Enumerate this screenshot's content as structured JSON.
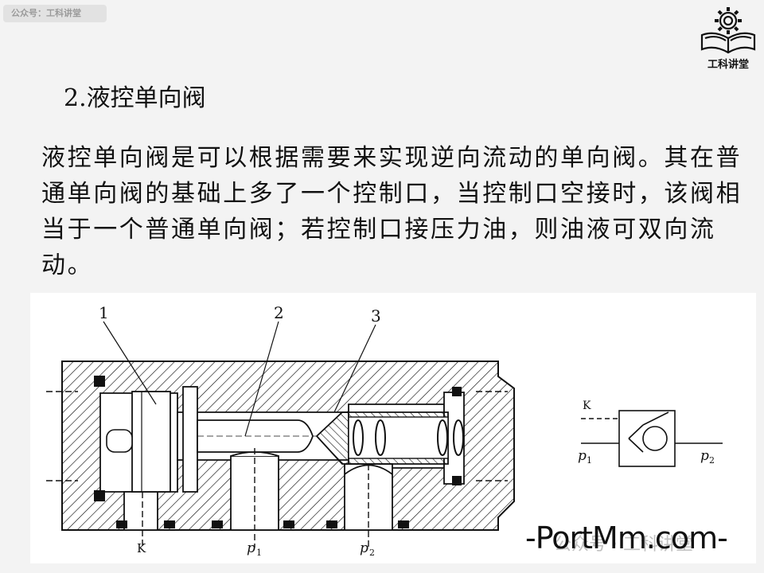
{
  "watermark_tag": "公众号：工科讲堂",
  "logo": {
    "icon": "gear-book-icon",
    "text": "工科讲堂"
  },
  "heading": "2.液控单向阀",
  "paragraph": "液控单向阀是可以根据需要来实现逆向流动的单向阀。其在普通单向阀的基础上多了一个控制口，当控制口空接时，该阀相当于一个普通单向阀；若控制口接压力油，则油液可双向流动。",
  "figure": {
    "callouts": [
      "1",
      "2",
      "3"
    ],
    "port_k": "K",
    "port_p1": "p",
    "port_p1_sub": "1",
    "port_p2": "p",
    "port_p2_sub": "2",
    "symbol": {
      "control_port": "K",
      "inlet": "p",
      "inlet_sub": "1",
      "outlet": "p",
      "outlet_sub": "2"
    }
  },
  "footer_watermark": "公众号 · 工科讲堂",
  "portmm": "-PortMm.com-"
}
